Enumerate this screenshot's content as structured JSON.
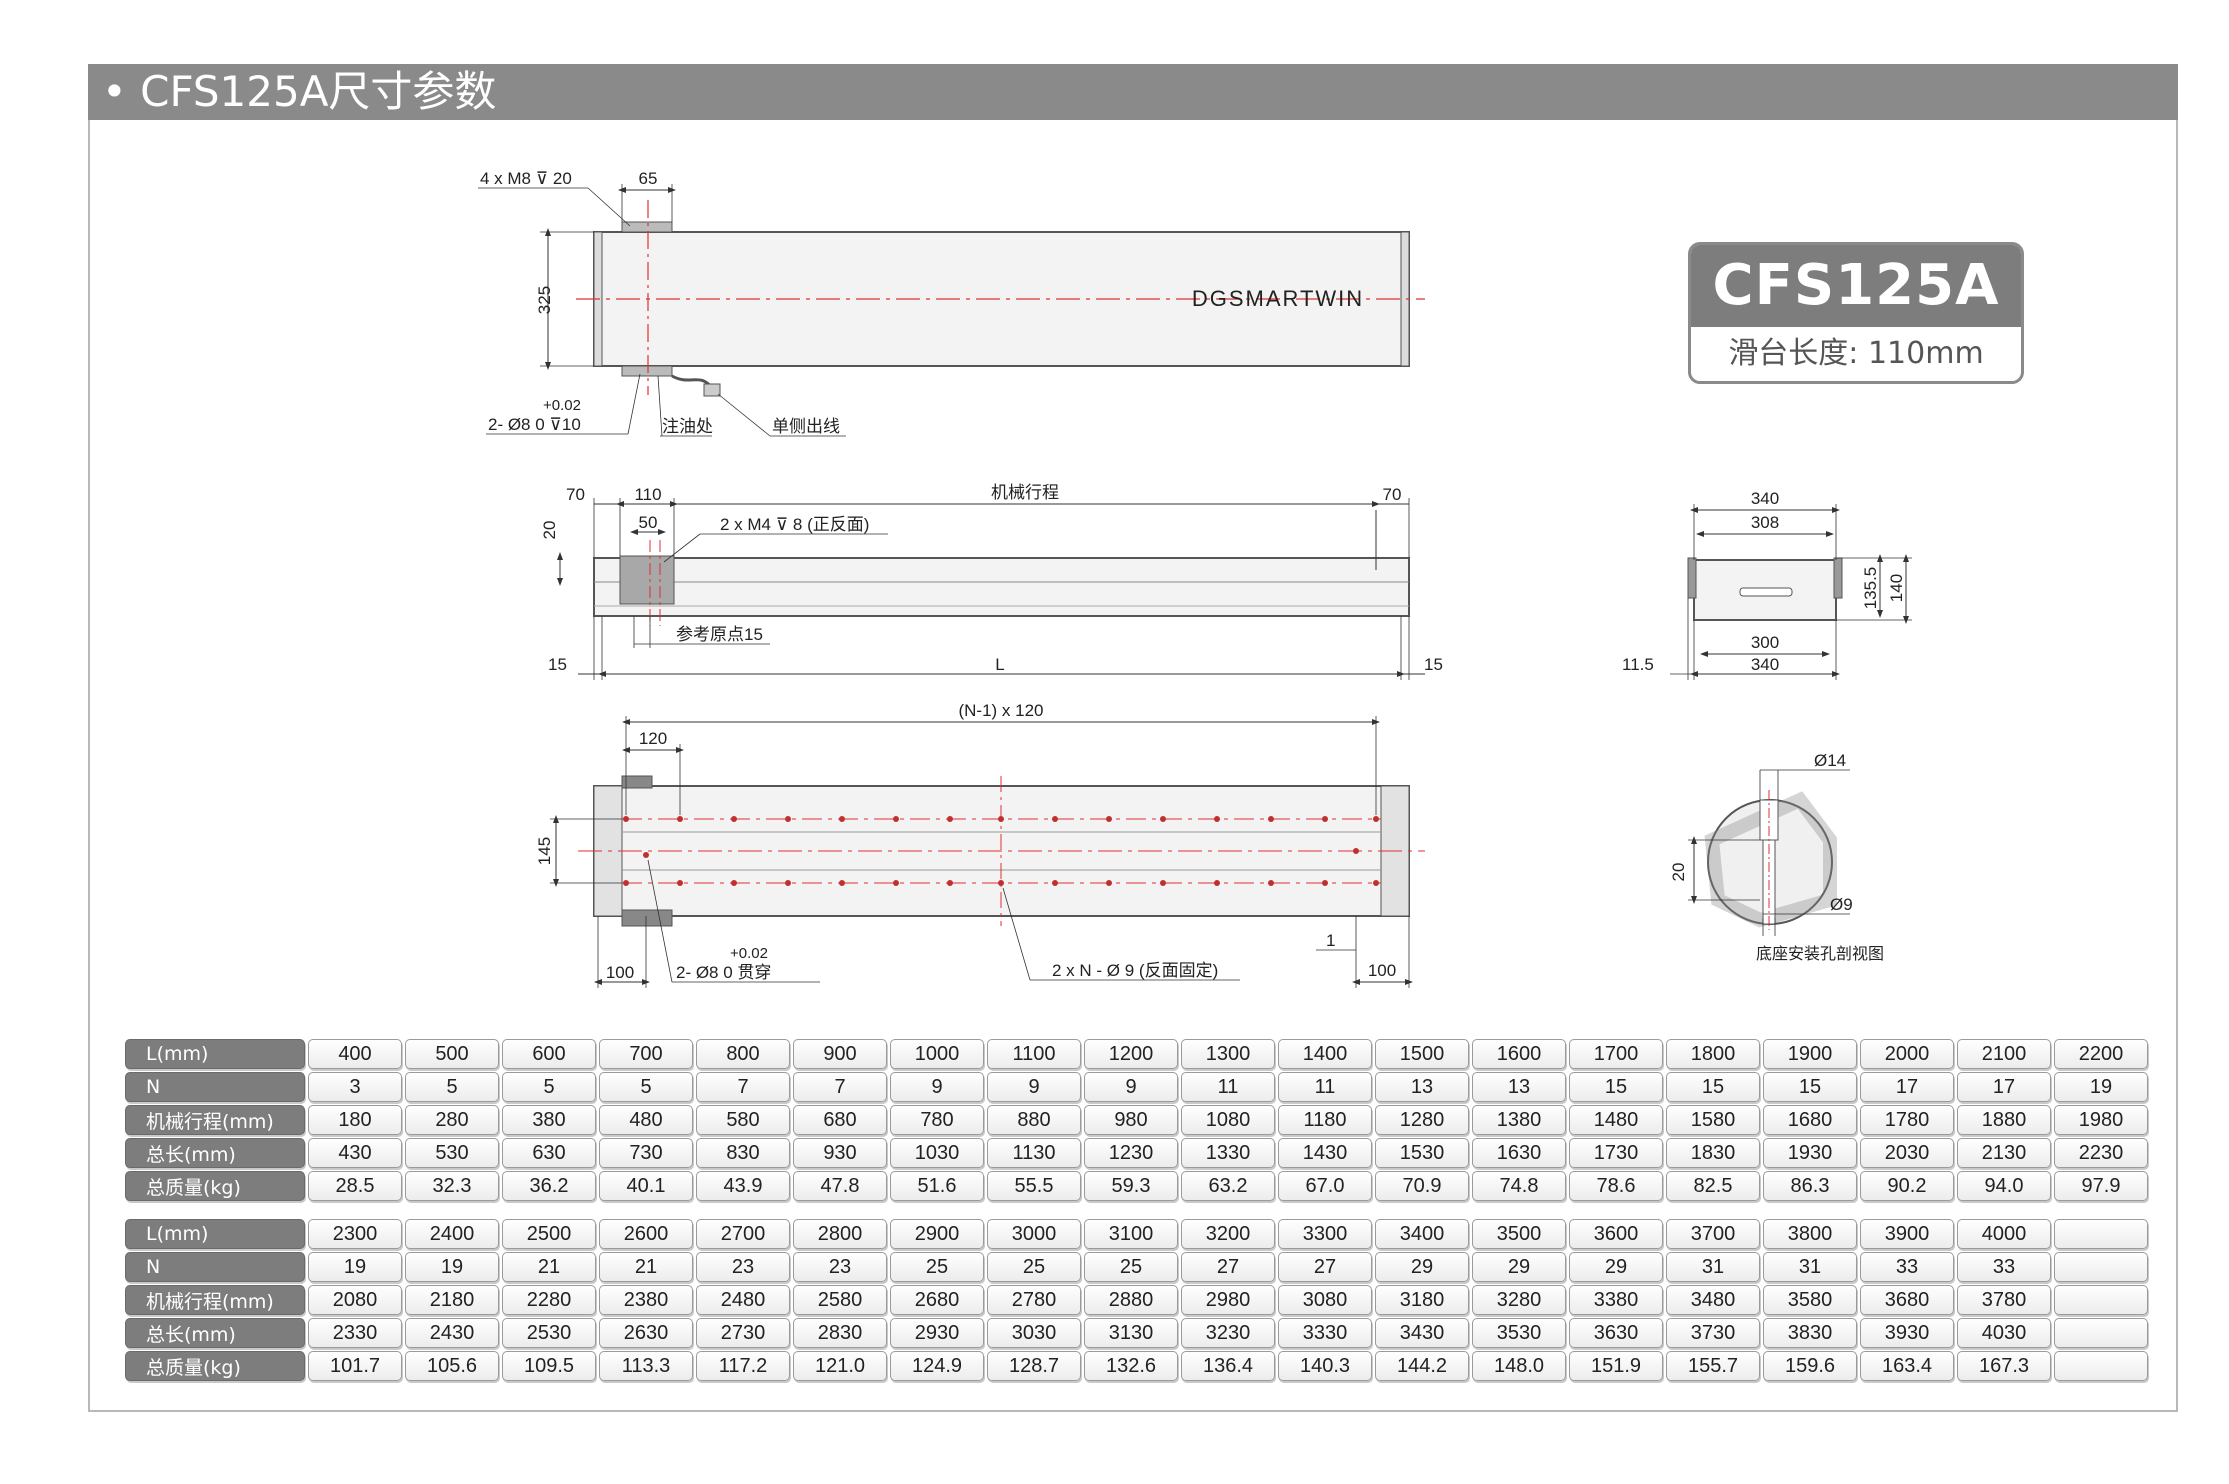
{
  "header": {
    "title": "• CFS125A尺寸参数"
  },
  "badge": {
    "model": "CFS125A",
    "slide_length": "滑台长度: 110mm"
  },
  "top_view": {
    "brand": "DGSMARTWIN",
    "thread_spec": "4 x M8 ⊽ 20",
    "dim_65": "65",
    "dim_325": "325",
    "pin_tol": "+0.02",
    "pin_spec": "2- Ø8   0    ⊽10",
    "oil_label": "注油处",
    "cable_label": "单侧出线"
  },
  "side_view": {
    "dim_70_left": "70",
    "dim_110": "110",
    "travel_label": "机械行程",
    "dim_70_right": "70",
    "dim_20": "20",
    "dim_50": "50",
    "screw_spec": "2 x M4  ⊽ 8 (正反面)",
    "ref_origin": "参考原点15",
    "dim_15_left": "15",
    "dim_L": "L",
    "dim_15_right": "15"
  },
  "bottom_view": {
    "pitch_label": "(N-1) x 120",
    "dim_120": "120",
    "dim_145": "145",
    "pin_tol": "+0.02",
    "pin_spec": "2- Ø8   0     贯穿",
    "dim_100_left": "100",
    "hole_spec": "2 x N - Ø 9 (反面固定)",
    "dim_1": "1",
    "dim_100_right": "100"
  },
  "end_view": {
    "dim_340_top": "340",
    "dim_308": "308",
    "dim_135_5": "135.5",
    "dim_140": "140",
    "dim_300": "300",
    "dim_340_bottom": "340",
    "dim_11_5": "11.5"
  },
  "section_view": {
    "dim_14": "Ø14",
    "dim_20": "20",
    "dim_9": "Ø9",
    "caption": "底座安装孔剖视图"
  },
  "table1": {
    "rows": [
      {
        "label": "L(mm)",
        "values": [
          "400",
          "500",
          "600",
          "700",
          "800",
          "900",
          "1000",
          "1100",
          "1200",
          "1300",
          "1400",
          "1500",
          "1600",
          "1700",
          "1800",
          "1900",
          "2000",
          "2100",
          "2200"
        ]
      },
      {
        "label": "N",
        "values": [
          "3",
          "5",
          "5",
          "5",
          "7",
          "7",
          "9",
          "9",
          "9",
          "11",
          "11",
          "13",
          "13",
          "15",
          "15",
          "15",
          "17",
          "17",
          "19"
        ]
      },
      {
        "label": "机械行程(mm)",
        "values": [
          "180",
          "280",
          "380",
          "480",
          "580",
          "680",
          "780",
          "880",
          "980",
          "1080",
          "1180",
          "1280",
          "1380",
          "1480",
          "1580",
          "1680",
          "1780",
          "1880",
          "1980"
        ]
      },
      {
        "label": "总长(mm)",
        "values": [
          "430",
          "530",
          "630",
          "730",
          "830",
          "930",
          "1030",
          "1130",
          "1230",
          "1330",
          "1430",
          "1530",
          "1630",
          "1730",
          "1830",
          "1930",
          "2030",
          "2130",
          "2230"
        ]
      },
      {
        "label": "总质量(kg)",
        "values": [
          "28.5",
          "32.3",
          "36.2",
          "40.1",
          "43.9",
          "47.8",
          "51.6",
          "55.5",
          "59.3",
          "63.2",
          "67.0",
          "70.9",
          "74.8",
          "78.6",
          "82.5",
          "86.3",
          "90.2",
          "94.0",
          "97.9"
        ]
      }
    ]
  },
  "table2": {
    "rows": [
      {
        "label": "L(mm)",
        "values": [
          "2300",
          "2400",
          "2500",
          "2600",
          "2700",
          "2800",
          "2900",
          "3000",
          "3100",
          "3200",
          "3300",
          "3400",
          "3500",
          "3600",
          "3700",
          "3800",
          "3900",
          "4000",
          ""
        ]
      },
      {
        "label": "N",
        "values": [
          "19",
          "19",
          "21",
          "21",
          "23",
          "23",
          "25",
          "25",
          "25",
          "27",
          "27",
          "29",
          "29",
          "29",
          "31",
          "31",
          "33",
          "33",
          ""
        ]
      },
      {
        "label": "机械行程(mm)",
        "values": [
          "2080",
          "2180",
          "2280",
          "2380",
          "2480",
          "2580",
          "2680",
          "2780",
          "2880",
          "2980",
          "3080",
          "3180",
          "3280",
          "3380",
          "3480",
          "3580",
          "3680",
          "3780",
          ""
        ]
      },
      {
        "label": "总长(mm)",
        "values": [
          "2330",
          "2430",
          "2530",
          "2630",
          "2730",
          "2830",
          "2930",
          "3030",
          "3130",
          "3230",
          "3330",
          "3430",
          "3530",
          "3630",
          "3730",
          "3830",
          "3930",
          "4030",
          ""
        ]
      },
      {
        "label": "总质量(kg)",
        "values": [
          "101.7",
          "105.6",
          "109.5",
          "113.3",
          "117.2",
          "121.0",
          "124.9",
          "128.7",
          "132.6",
          "136.4",
          "140.3",
          "144.2",
          "148.0",
          "151.9",
          "155.7",
          "159.6",
          "163.4",
          "167.3",
          ""
        ]
      }
    ]
  }
}
